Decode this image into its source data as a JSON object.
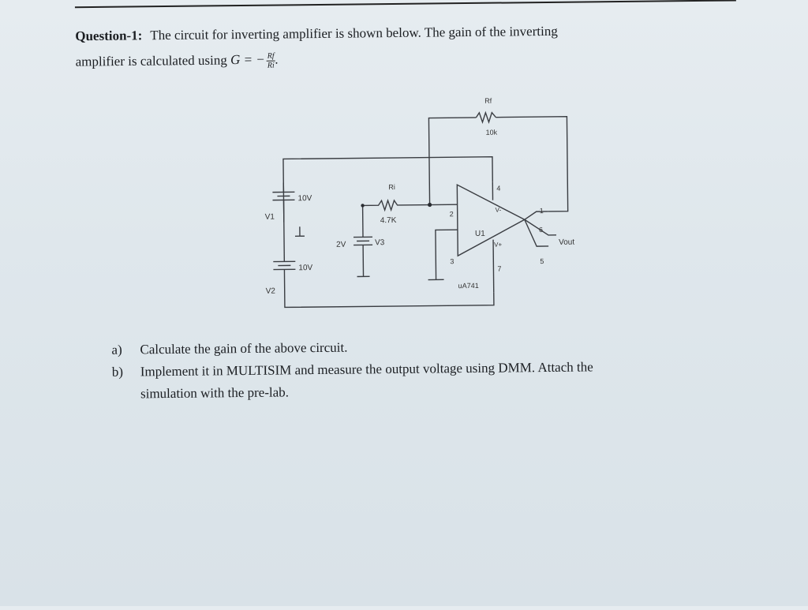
{
  "question": {
    "label": "Question-1:",
    "line1_text": "The circuit for inverting amplifier is shown below. The gain of the inverting",
    "line2_text": "amplifier is calculated using",
    "formula_lhs": "G = −",
    "formula_num": "Rf",
    "formula_den": "Ri",
    "formula_end": "."
  },
  "circuit": {
    "rf_label": "Rf",
    "rf_value": "10k",
    "ri_label": "Ri",
    "ri_value": "4.7K",
    "v1_label": "V1",
    "v1_value": "10V",
    "v2_label": "V2",
    "v2_value": "10V",
    "v3_label": "V3",
    "v3_value": "2V",
    "opamp_label": "U1",
    "opamp_model": "uA741",
    "vout_label": "Vout",
    "vneg_label": "V-",
    "vpos_label": "V+",
    "pin_4": "4",
    "pin_2": "2",
    "pin_3": "3",
    "pin_7": "7",
    "pin_1": "1",
    "pin_6": "6",
    "pin_5": "5"
  },
  "tasks": [
    {
      "mark": "a)",
      "text": "Calculate the gain of the above circuit."
    },
    {
      "mark": "b)",
      "text": "Implement it in MULTISIM and measure the output voltage using DMM.   Attach the"
    },
    {
      "mark": "",
      "text": "simulation with the pre-lab."
    }
  ]
}
